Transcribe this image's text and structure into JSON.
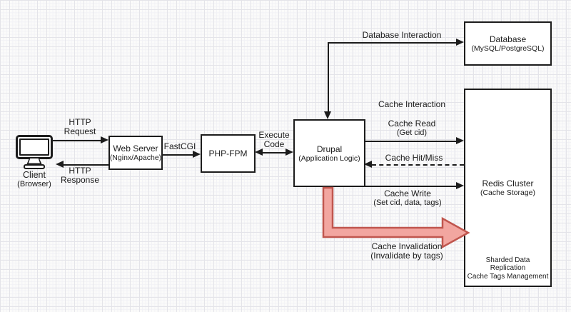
{
  "nodes": {
    "client": {
      "label": "Client",
      "sublabel": "(Browser)"
    },
    "web_server": {
      "label": "Web Server",
      "sublabel": "(Nginx/Apache)"
    },
    "php_fpm": {
      "label": "PHP-FPM"
    },
    "drupal": {
      "label": "Drupal",
      "sublabel": "(Application Logic)"
    },
    "database": {
      "label": "Database",
      "sublabel": "(MySQL/PostgreSQL)"
    },
    "redis": {
      "label": "Redis Cluster",
      "sublabel": "(Cache Storage)",
      "features": [
        "Sharded Data",
        "Replication",
        "Cache Tags Management"
      ]
    }
  },
  "edges": {
    "http_request": {
      "line1": "HTTP",
      "line2": "Request"
    },
    "http_response": {
      "line1": "HTTP",
      "line2": "Response"
    },
    "fastcgi": {
      "label": "FastCGI"
    },
    "execute_code": {
      "line1": "Execute",
      "line2": "Code"
    },
    "database_interaction": {
      "label": "Database Interaction"
    },
    "cache_interaction": {
      "label": "Cache Interaction"
    },
    "cache_read": {
      "line1": "Cache Read",
      "line2": "(Get cid)"
    },
    "cache_hit_miss": {
      "label": "Cache Hit/Miss"
    },
    "cache_write": {
      "line1": "Cache Write",
      "line2": "(Set cid, data, tags)"
    },
    "cache_invalidation": {
      "line1": "Cache Invalidation",
      "line2": "(Invalidate by tags)"
    }
  },
  "colors": {
    "line": "#1c1c1c",
    "box_fill": "#ffffff",
    "canvas": "#fbfbfa",
    "grid_major": "#e4e4e9",
    "grid_minor": "#f2f2f6",
    "invalidation_fill": "#f2a6a0",
    "invalidation_stroke": "#c0564e"
  }
}
